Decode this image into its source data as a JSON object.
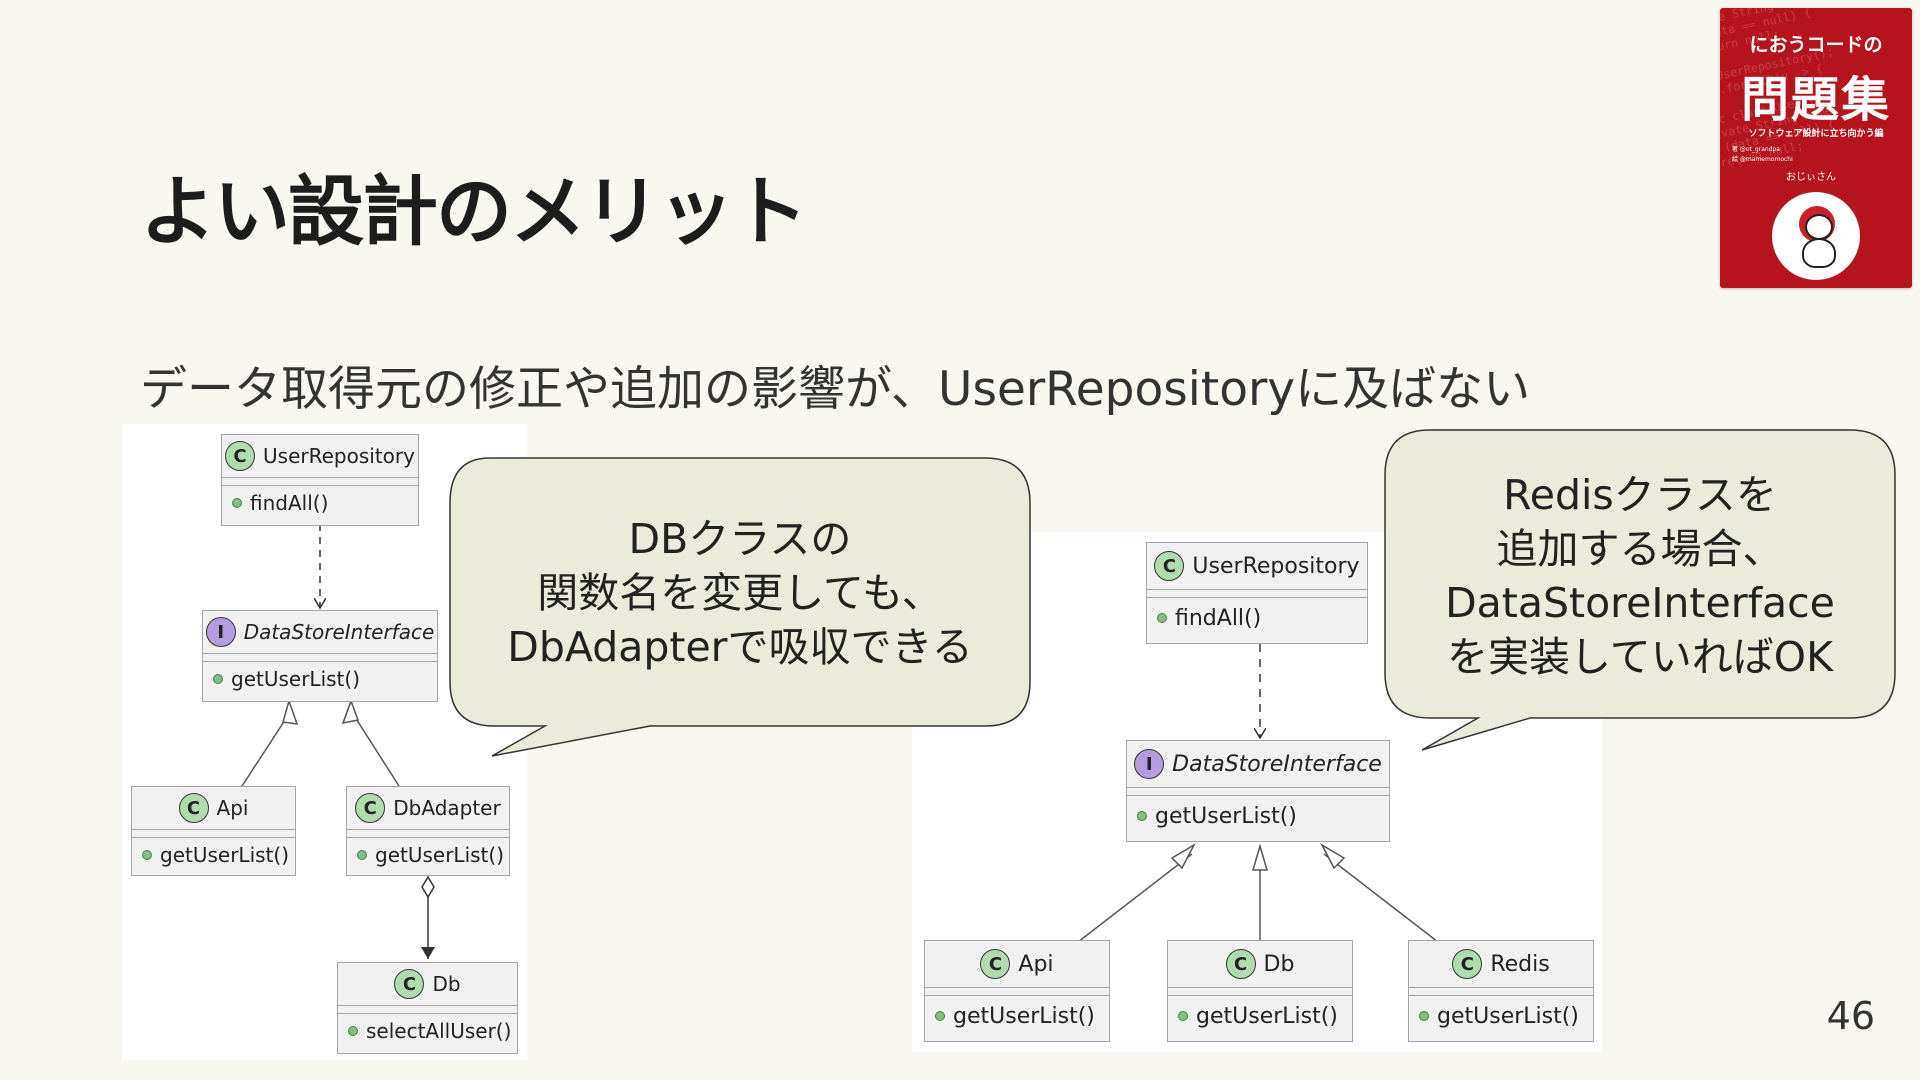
{
  "slide": {
    "title": "よい設計のメリット",
    "subtitle": "データ取得元の修正や追加の影響が、UserRepositoryに及ばない",
    "page_number": "46"
  },
  "book": {
    "line1": "におうコードの",
    "line2": "問題集",
    "line3": "ソフトウェア設計に立ち向かう編",
    "author": "著 @ot_grandpa",
    "illustrator": "絵 @mamemomochi",
    "mascot_label": "おじぃさん",
    "color": "#b5141c"
  },
  "left_diagram": {
    "user_repo": {
      "name": "UserRepository",
      "method": "findAll()",
      "badge": "C"
    },
    "interface": {
      "name": "DataStoreInterface",
      "method": "getUserList()",
      "badge": "I"
    },
    "api": {
      "name": "Api",
      "method": "getUserList()",
      "badge": "C"
    },
    "adapter": {
      "name": "DbAdapter",
      "method": "getUserList()",
      "badge": "C"
    },
    "db": {
      "name": "Db",
      "method": "selectAllUser()",
      "badge": "C"
    }
  },
  "right_diagram": {
    "user_repo": {
      "name": "UserRepository",
      "method": "findAll()",
      "badge": "C"
    },
    "interface": {
      "name": "DataStoreInterface",
      "method": "getUserList()",
      "badge": "I"
    },
    "api": {
      "name": "Api",
      "method": "getUserList()",
      "badge": "C"
    },
    "db": {
      "name": "Db",
      "method": "getUserList()",
      "badge": "C"
    },
    "redis": {
      "name": "Redis",
      "method": "getUserList()",
      "badge": "C"
    }
  },
  "bubble_left": {
    "line1": "DBクラスの",
    "line2": "関数名を変更しても、",
    "line3": "DbAdapterで吸収できる"
  },
  "bubble_right": {
    "line1": "Redisクラスを",
    "line2": "追加する場合、",
    "line3": "DataStoreInterface",
    "line4": "を実装していればOK"
  },
  "colors": {
    "background": "#f8f8f0",
    "bubble_fill": "#ebebdc",
    "class_badge": "#aedcae",
    "interface_badge": "#b59ce0"
  }
}
